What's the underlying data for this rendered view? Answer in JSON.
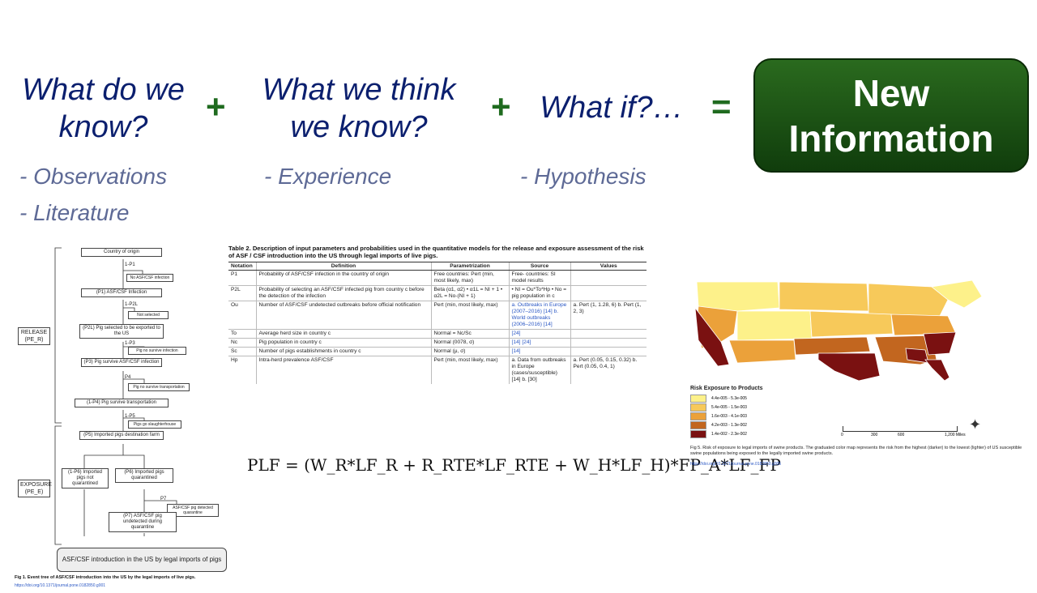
{
  "equation": {
    "term1": "What do we know?",
    "plus1": "+",
    "term2": "What we think we know?",
    "plus2": "+",
    "term3": "What if?…",
    "equals": "=",
    "result_line1": "New",
    "result_line2": "Information"
  },
  "sources": {
    "observations": "- Observations",
    "literature": "- Literature",
    "experience": "- Experience",
    "hypothesis": "- Hypothesis"
  },
  "tree": {
    "release_label": "RELEASE (PE_R)",
    "exposure_label": "EXPOSURE (PE_E)",
    "nodes": {
      "origin": "Country of origin",
      "p1": "1-P1",
      "no_inf": "No ASF/CSF infection",
      "inf": "(P1) ASF/CSF Infection",
      "p2": "1-P2L",
      "not_sel": "Not selected",
      "sel": "(P2L) Pig selected to be exported to the US",
      "p3": "1-P3",
      "no_surv": "Pig no survive infection",
      "surv": "(P3) Pig survive ASF/CSF infection",
      "p4": "P4",
      "no_transp": "Pig no survive transportation",
      "transp": "(1-P4) Pig survive transportation",
      "p5": "1-P5",
      "slaughter": "Pigs go slaughterhouse",
      "dest": "(P5) Imported pigs destination farm",
      "not_quar": "(1-P6) Imported pigs not quarantined",
      "quar": "(P6) Imported pigs quarantined",
      "p7": "P7",
      "detected": "ASF/CSF pig detected quarantine",
      "undetected": "(P7) ASF/CSF pig undetected during quarantine",
      "intro": "ASF/CSF introduction in the US by legal imports of pigs"
    },
    "caption": "Fig 1. Event tree of ASF/CSF introduction into the US by the legal imports of live pigs.",
    "doi": "https://doi.org/10.1371/journal.pone.0182850.g001"
  },
  "table": {
    "title": "Table 2. Description of input parameters and probabilities used in the quantitative models for the release and exposure assessment of the risk of ASF / CSF introduction into the US through legal imports of live pigs.",
    "headers": [
      "Notation",
      "Definition",
      "Parametrization",
      "Source",
      "Values"
    ],
    "rows": [
      [
        "P1",
        "Probability of ASF/CSF infection in the country of origin",
        "Free countries: Pert (min, most likely, max)",
        "Free- countries: SI model results",
        ""
      ],
      [
        "P2L",
        "Probability of selecting an ASF/CSF infected pig from country c before the detection of the infection",
        "Beta (α1, α2) • α1L = NI + 1 • α2L = No-(NI + 1)",
        "• NI = Ou*To*Hp • No = pig population in c",
        ""
      ],
      [
        "Ou",
        "Number of ASF/CSF undetected outbreaks before official notification",
        "Pert (min, most likely, max)",
        "a. Outbreaks in Europe (2007–2016) [14] b. World outbreaks (2006–2016) [14]",
        "a. Pert (1, 1.28, 6) b. Pert (1, 2, 3)"
      ],
      [
        "To",
        "Average herd size in country c",
        "Normal = Nc/Sc",
        "[24]",
        ""
      ],
      [
        "Nc",
        "Pig population in country c",
        "Normal (0078, σ)",
        "[14] [24]",
        ""
      ],
      [
        "Sc",
        "Number of pigs establishments in country c",
        "Normal (μ, σ)",
        "[14]",
        ""
      ],
      [
        "Hp",
        "Intra-herd prevalence ASF/CSF",
        "Pert (min, most likely, max)",
        "a. Data from outbreaks in Europe (cases/susceptible) [14] b. [30]",
        "a. Pert (0.05, 0.15, 0.32) b. Pert (0.05, 0.4, 1)"
      ]
    ]
  },
  "formula": "PLF = (W_R*LF_R + R_RTE*LF_RTE + W_H*LF_H)*FP_A*LF_FP",
  "map": {
    "legend_title": "Risk Exposure to Products",
    "legend": [
      {
        "label": "4.4e-005 - 5.3e-005",
        "color": "#fdf18a"
      },
      {
        "label": "5.4e-005 - 1.5e-003",
        "color": "#f7c95a"
      },
      {
        "label": "1.6e-003 - 4.1e-003",
        "color": "#eba13a"
      },
      {
        "label": "4.2e-003 - 1.3e-002",
        "color": "#c2661f"
      },
      {
        "label": "1.4e-002 - 2.3e-002",
        "color": "#7a1111"
      }
    ],
    "scale": [
      "0",
      "300",
      "600",
      "1,200 Miles"
    ],
    "caption": "Fig 5. Risk of exposure to legal imports of swine products. The graduated color map represents the risk from the highest (darker) to the lowest (lighter) of US susceptible swine populations being exposed to the legally imported swine products.",
    "doi": "https://doi.org/10.1371/journal.pone.0182850.g005"
  }
}
